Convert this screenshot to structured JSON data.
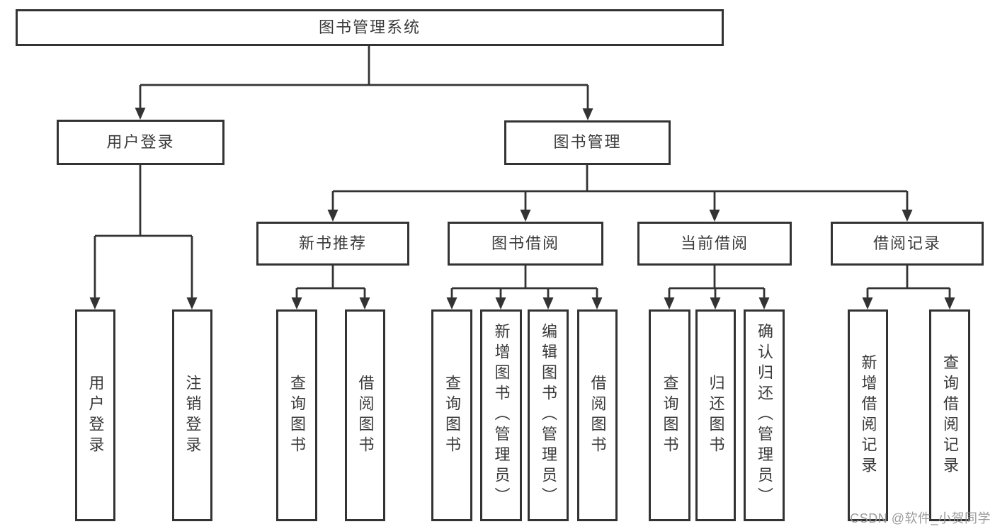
{
  "tree": {
    "root": {
      "label": "图书管理系统",
      "children": [
        {
          "label": "用户登录",
          "children": [
            {
              "label": "用户登录"
            },
            {
              "label": "注销登录"
            }
          ]
        },
        {
          "label": "图书管理",
          "children": [
            {
              "label": "新书推荐",
              "children": [
                {
                  "label": "查询图书"
                },
                {
                  "label": "借阅图书"
                }
              ]
            },
            {
              "label": "图书借阅",
              "children": [
                {
                  "label": "查询图书"
                },
                {
                  "label": "新增图书（管理员）"
                },
                {
                  "label": "编辑图书（管理员）"
                },
                {
                  "label": "借阅图书"
                }
              ]
            },
            {
              "label": "当前借阅",
              "children": [
                {
                  "label": "查询图书"
                },
                {
                  "label": "归还图书"
                },
                {
                  "label": "确认归还（管理员）"
                }
              ]
            },
            {
              "label": "借阅记录",
              "children": [
                {
                  "label": "新增借阅记录"
                },
                {
                  "label": "查询借阅记录"
                }
              ]
            }
          ]
        }
      ]
    }
  },
  "watermark": {
    "text": "CSDN @软件_小贺同学"
  },
  "colors": {
    "line": "#333333",
    "box_border": "#333333",
    "text": "#3a3a3a",
    "box_background": "#ffffff",
    "page_background": "#ffffff",
    "watermark": "#969696"
  }
}
